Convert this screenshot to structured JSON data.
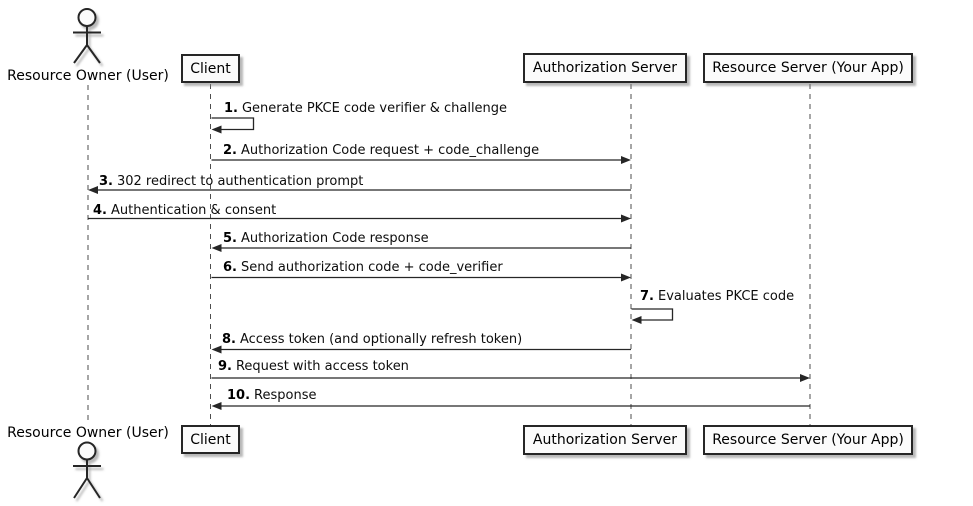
{
  "diagram": {
    "kind": "uml-sequence-diagram",
    "topic": "OAuth 2.0 Authorization Code flow with PKCE",
    "actor": {
      "label": "Resource Owner (User)"
    },
    "participants": [
      {
        "id": "client",
        "label": "Client"
      },
      {
        "id": "authorization-server",
        "label": "Authorization Server"
      },
      {
        "id": "resource-server",
        "label": "Resource Server (Your App)"
      }
    ],
    "messages": [
      {
        "num": "1.",
        "text": "Generate PKCE code verifier & challenge",
        "from": "Client",
        "to": "Client",
        "self": true
      },
      {
        "num": "2.",
        "text": "Authorization Code request + code_challenge",
        "from": "Client",
        "to": "Authorization Server"
      },
      {
        "num": "3.",
        "text": "302 redirect to authentication prompt",
        "from": "Authorization Server",
        "to": "Resource Owner (User)"
      },
      {
        "num": "4.",
        "text": "Authentication & consent",
        "from": "Resource Owner (User)",
        "to": "Authorization Server"
      },
      {
        "num": "5.",
        "text": "Authorization Code response",
        "from": "Authorization Server",
        "to": "Client"
      },
      {
        "num": "6.",
        "text": "Send authorization code + code_verifier",
        "from": "Client",
        "to": "Authorization Server"
      },
      {
        "num": "7.",
        "text": "Evaluates PKCE code",
        "from": "Authorization Server",
        "to": "Authorization Server",
        "self": true
      },
      {
        "num": "8.",
        "text": "Access token (and optionally refresh token)",
        "from": "Authorization Server",
        "to": "Client"
      },
      {
        "num": "9.",
        "text": "Request with access token",
        "from": "Client",
        "to": "Resource Server (Your App)"
      },
      {
        "num": "10.",
        "text": "Response",
        "from": "Resource Server (Your App)",
        "to": "Client"
      }
    ],
    "colors": {
      "background": "#ffffff",
      "box_fill": "#fbfbfb",
      "box_border": "#262626",
      "arrow": "#262626",
      "lifeline": "#4d4d4d",
      "text": "#000000"
    }
  }
}
